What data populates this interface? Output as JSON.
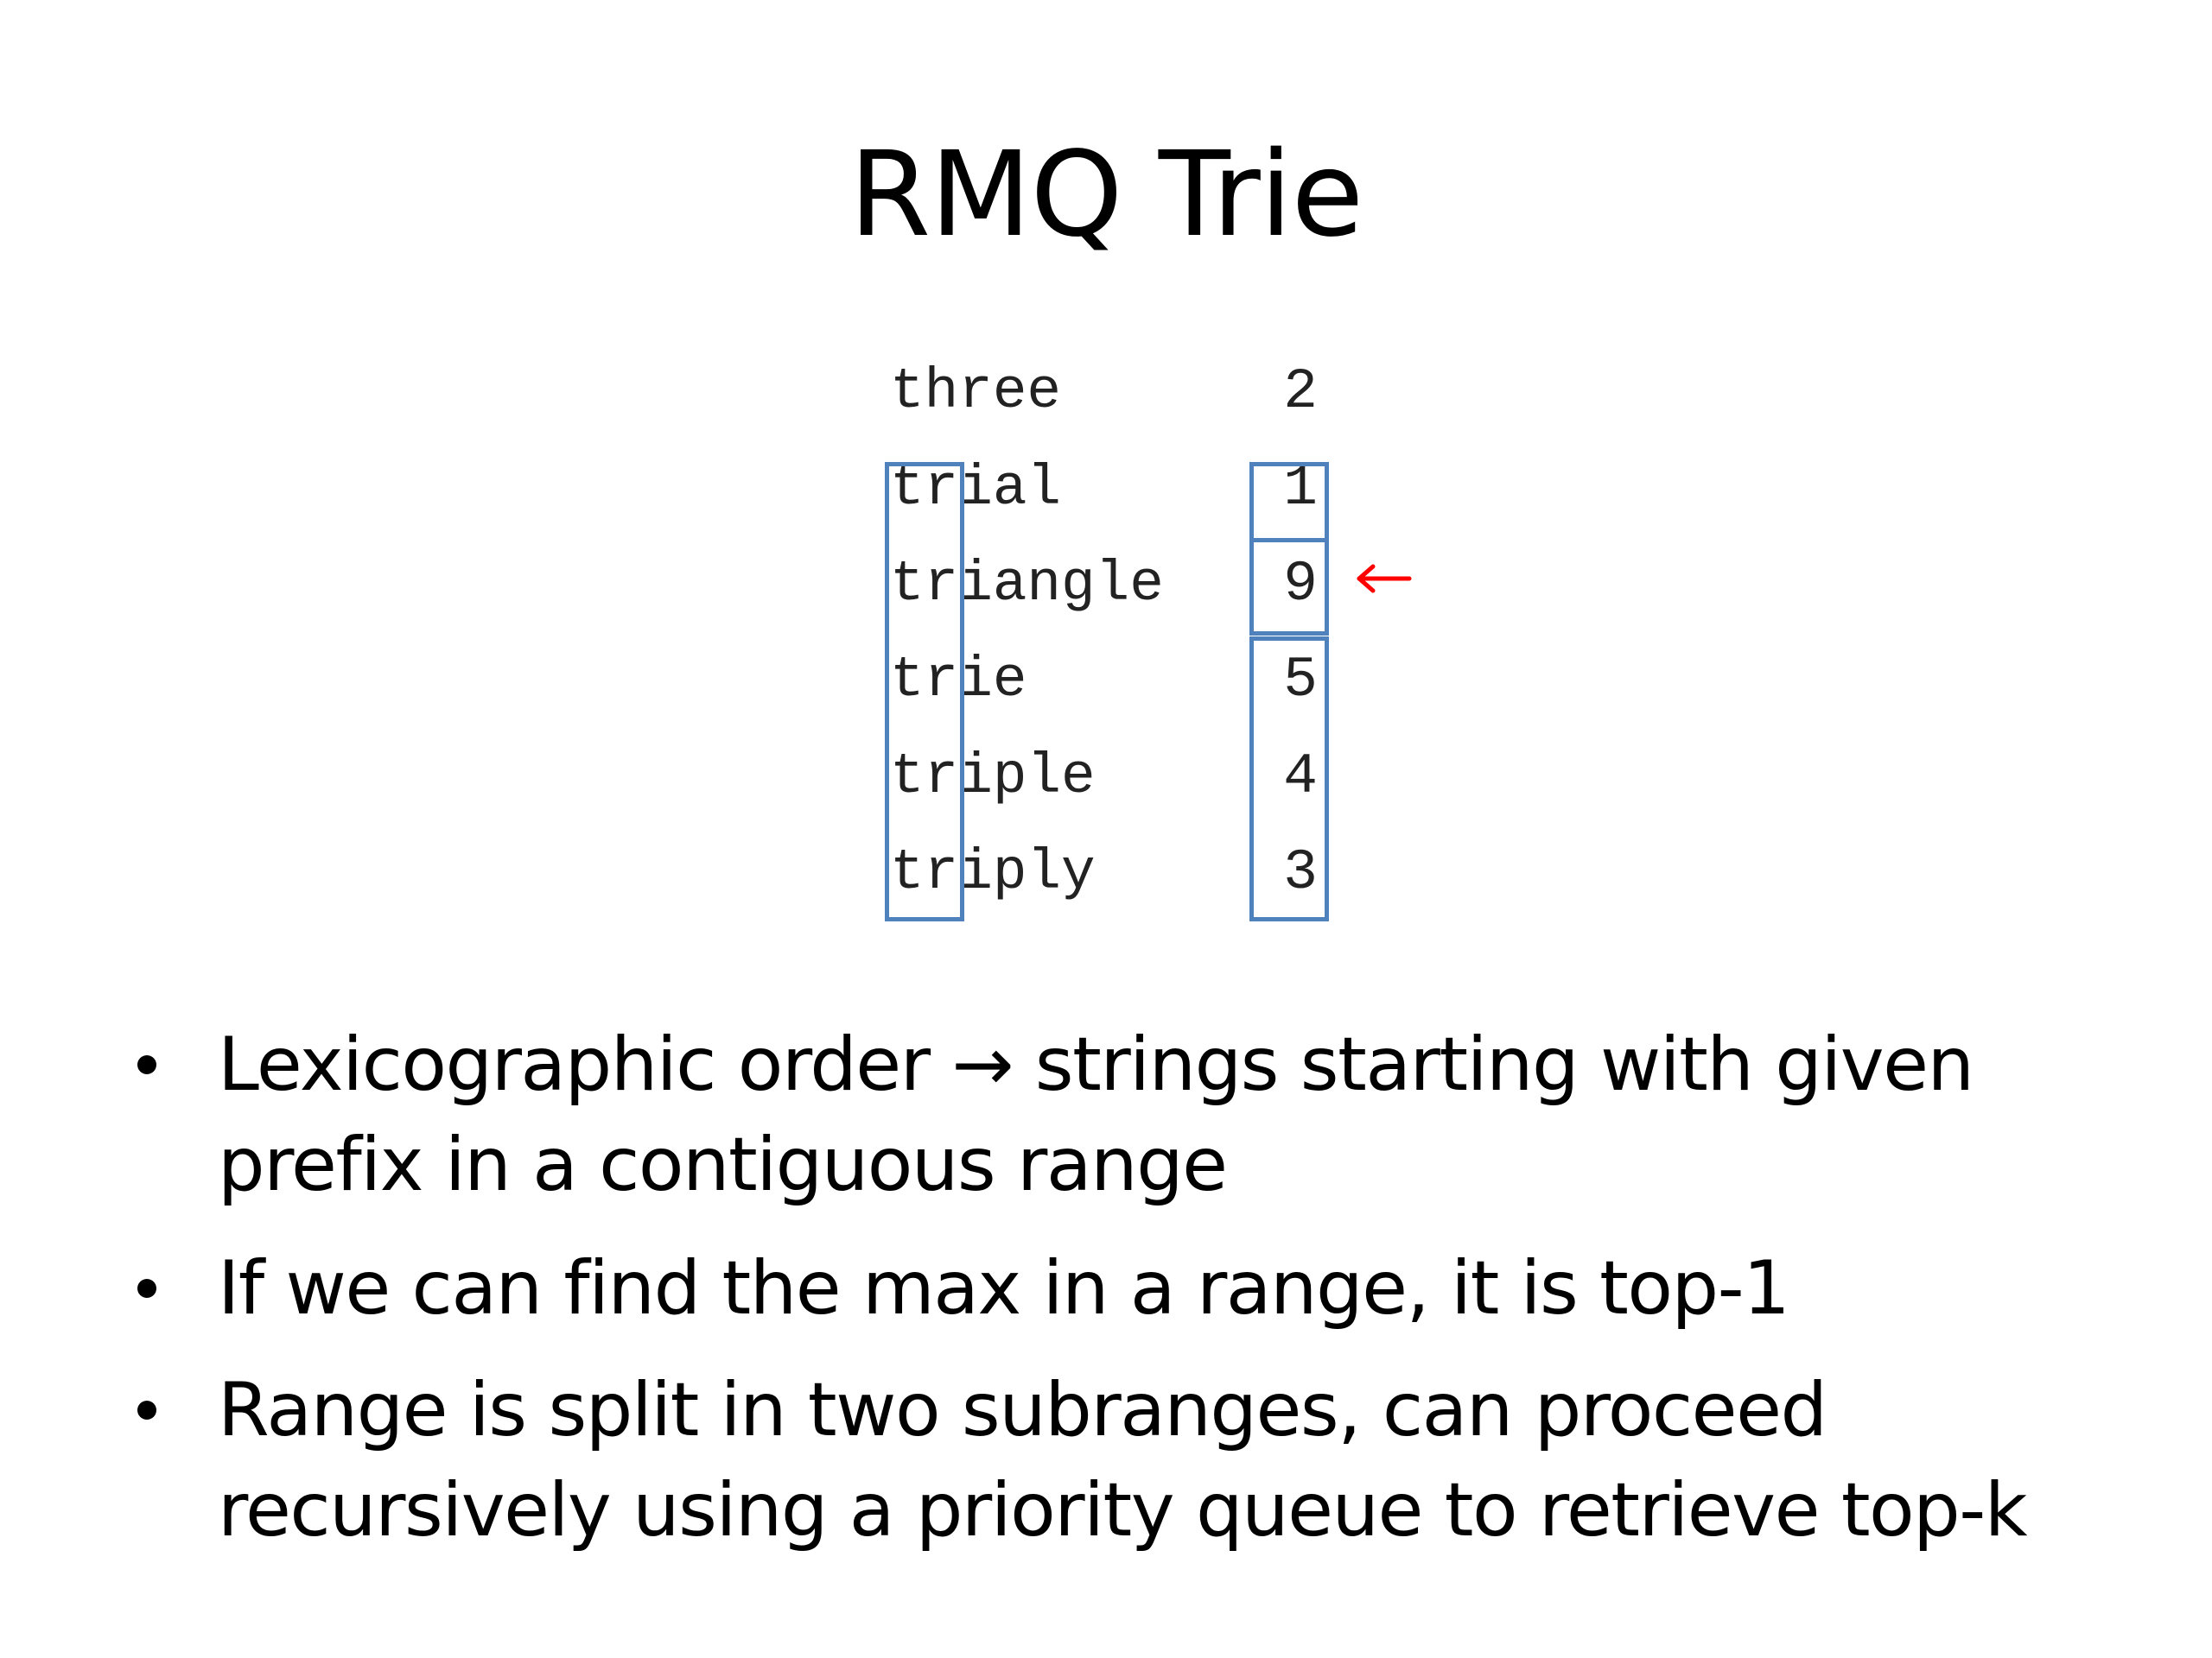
{
  "slide": {
    "title": "RMQ Trie",
    "table": {
      "rows": [
        {
          "word": "three",
          "rank": "2"
        },
        {
          "word": "trial",
          "rank": "1"
        },
        {
          "word": "triangle",
          "rank": "9"
        },
        {
          "word": "trie",
          "rank": "5"
        },
        {
          "word": "triple",
          "rank": "4"
        },
        {
          "word": "triply",
          "rank": "3"
        }
      ],
      "highlight_color": "#4f81bd",
      "arrow_color": "#ff0000",
      "arrow_icon": "left-arrow-icon"
    },
    "bullets": [
      "Lexicographic order → strings starting with given\nprefix in a contiguous range",
      "If we can find the max in a range, it is top-1",
      "Range is split in two subranges, can proceed\nrecursively using a priority queue to retrieve top-k"
    ]
  }
}
